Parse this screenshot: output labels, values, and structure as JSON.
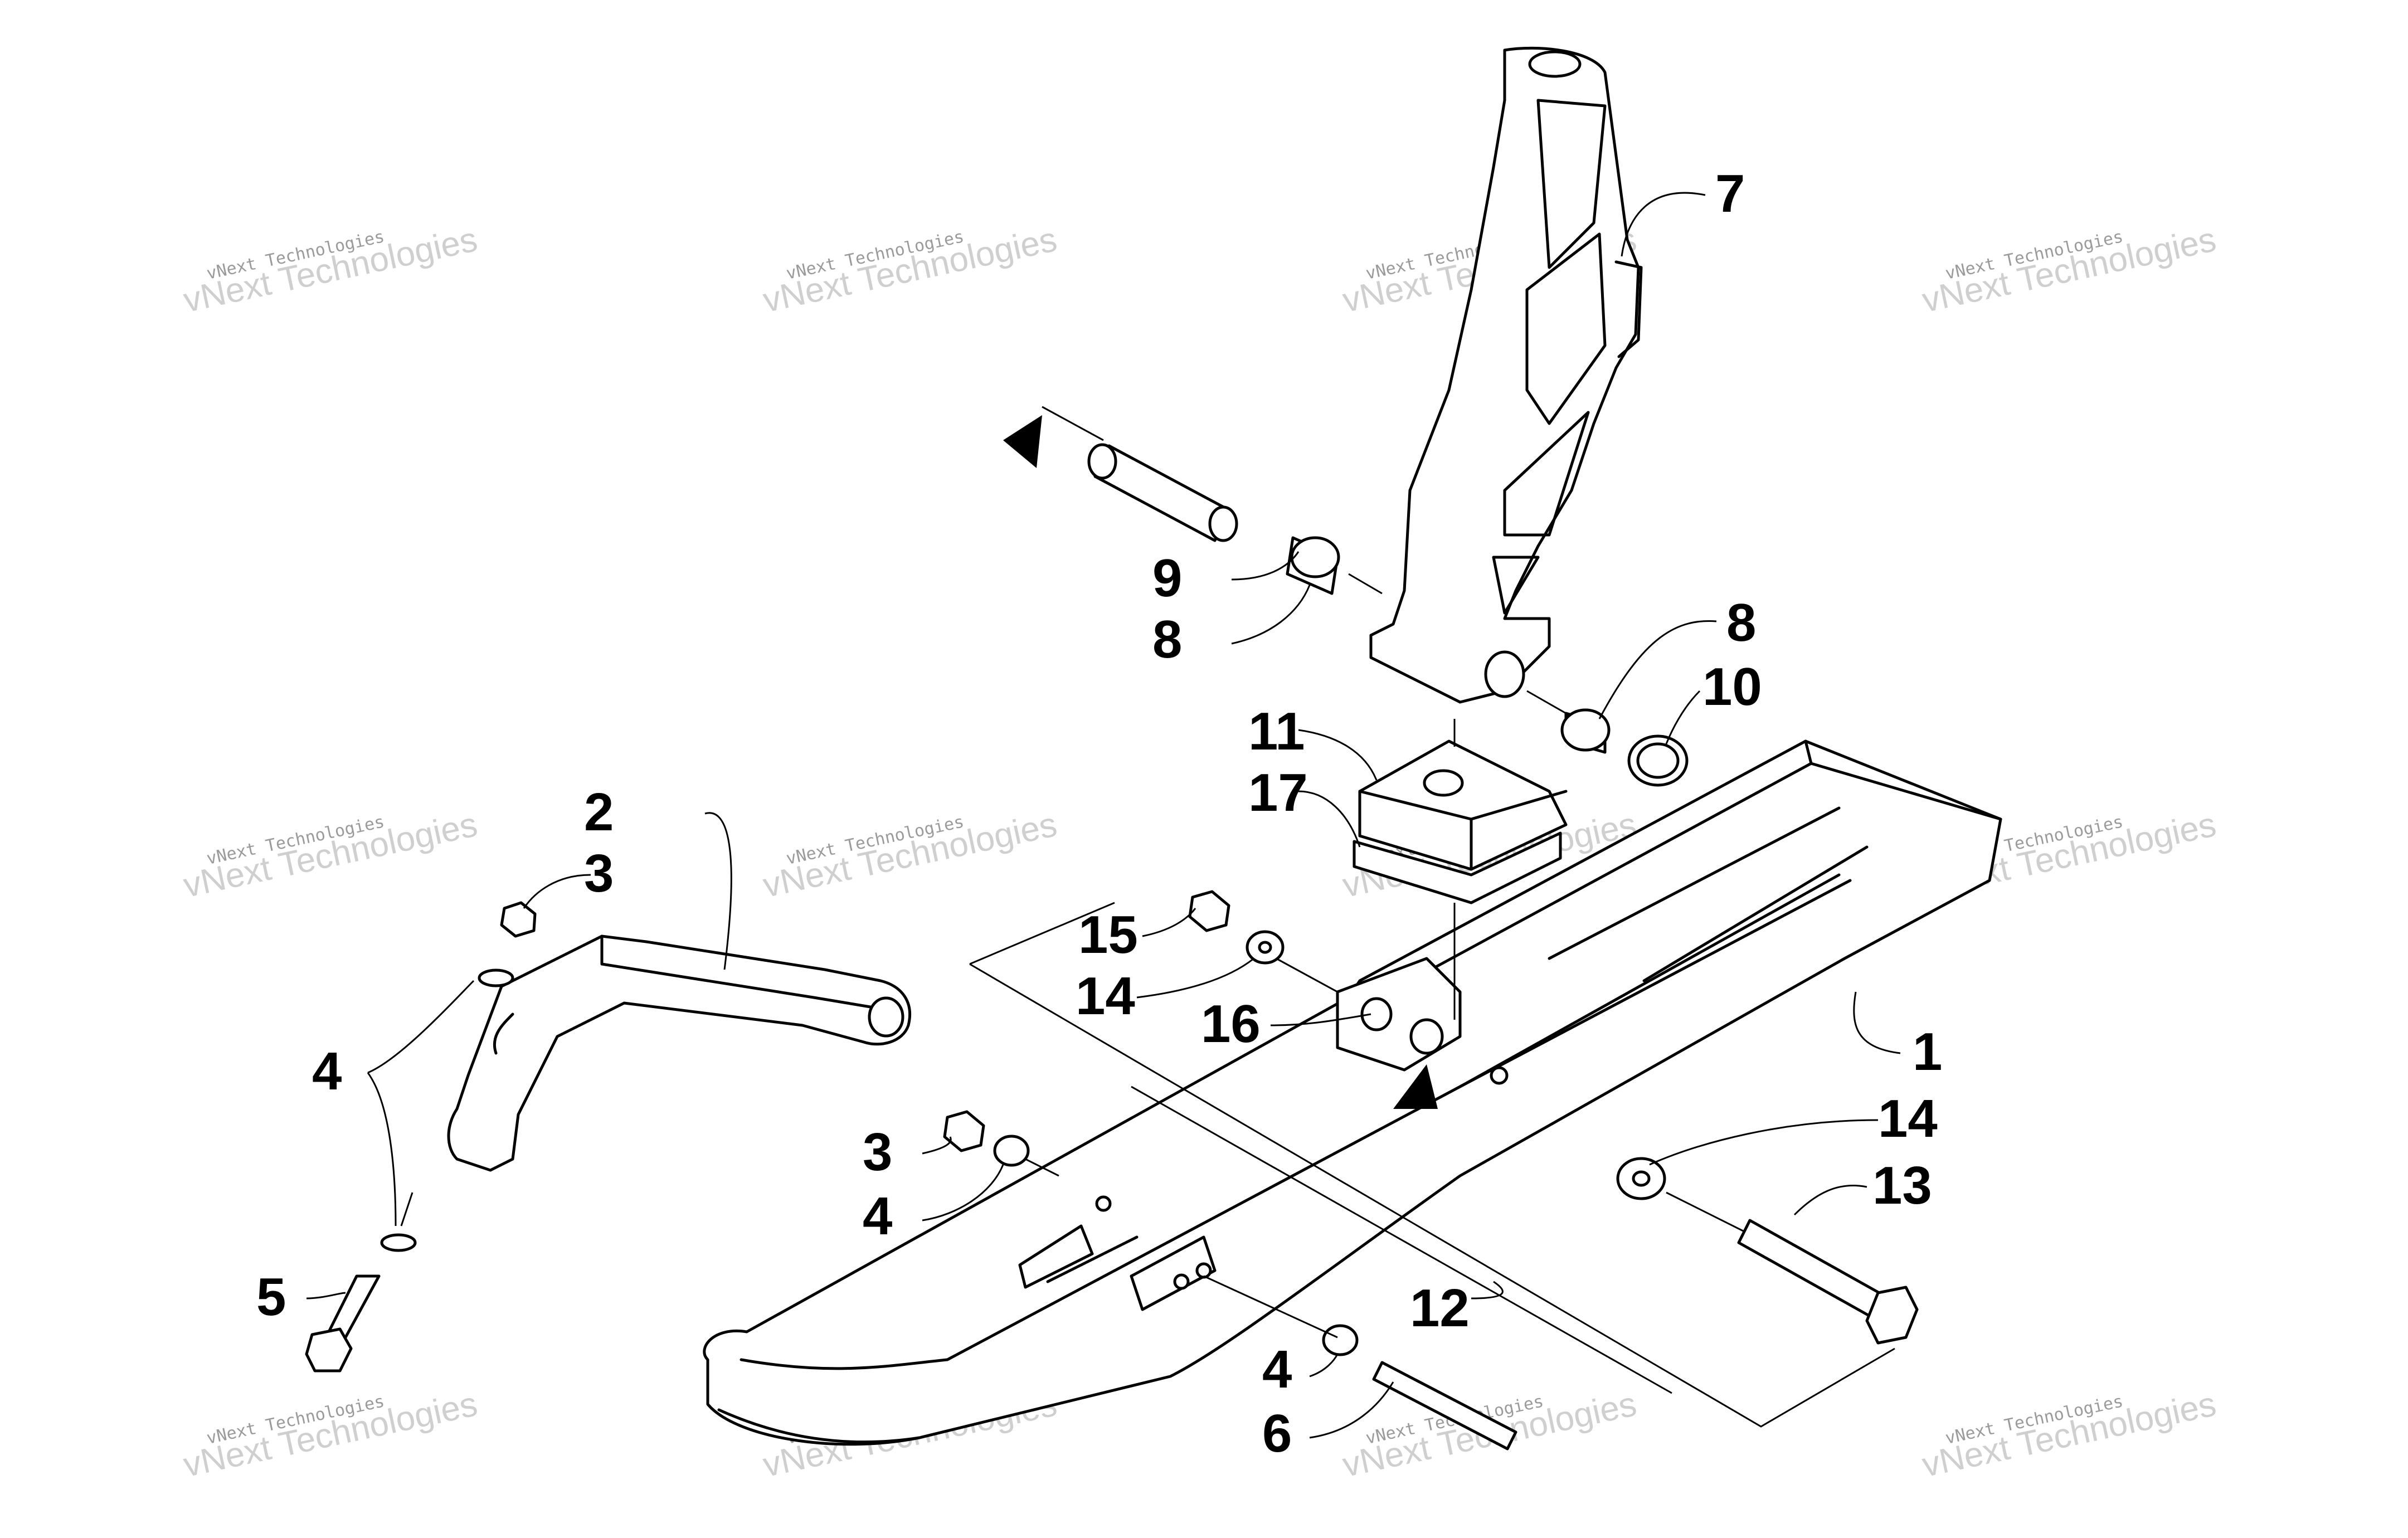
{
  "watermark": {
    "small": "vNext Technologies",
    "big": "vNext Technologies"
  },
  "callouts": [
    {
      "id": "c1",
      "text": "1"
    },
    {
      "id": "c2",
      "text": "2"
    },
    {
      "id": "c3a",
      "text": "3"
    },
    {
      "id": "c3b",
      "text": "3"
    },
    {
      "id": "c4a",
      "text": "4"
    },
    {
      "id": "c4b",
      "text": "4"
    },
    {
      "id": "c4c",
      "text": "4"
    },
    {
      "id": "c5",
      "text": "5"
    },
    {
      "id": "c6",
      "text": "6"
    },
    {
      "id": "c7",
      "text": "7"
    },
    {
      "id": "c8a",
      "text": "8"
    },
    {
      "id": "c8b",
      "text": "8"
    },
    {
      "id": "c9",
      "text": "9"
    },
    {
      "id": "c10",
      "text": "10"
    },
    {
      "id": "c11",
      "text": "11"
    },
    {
      "id": "c12",
      "text": "12"
    },
    {
      "id": "c13",
      "text": "13"
    },
    {
      "id": "c14a",
      "text": "14"
    },
    {
      "id": "c14b",
      "text": "14"
    },
    {
      "id": "c15",
      "text": "15"
    },
    {
      "id": "c16",
      "text": "16"
    },
    {
      "id": "c17",
      "text": "17"
    }
  ]
}
